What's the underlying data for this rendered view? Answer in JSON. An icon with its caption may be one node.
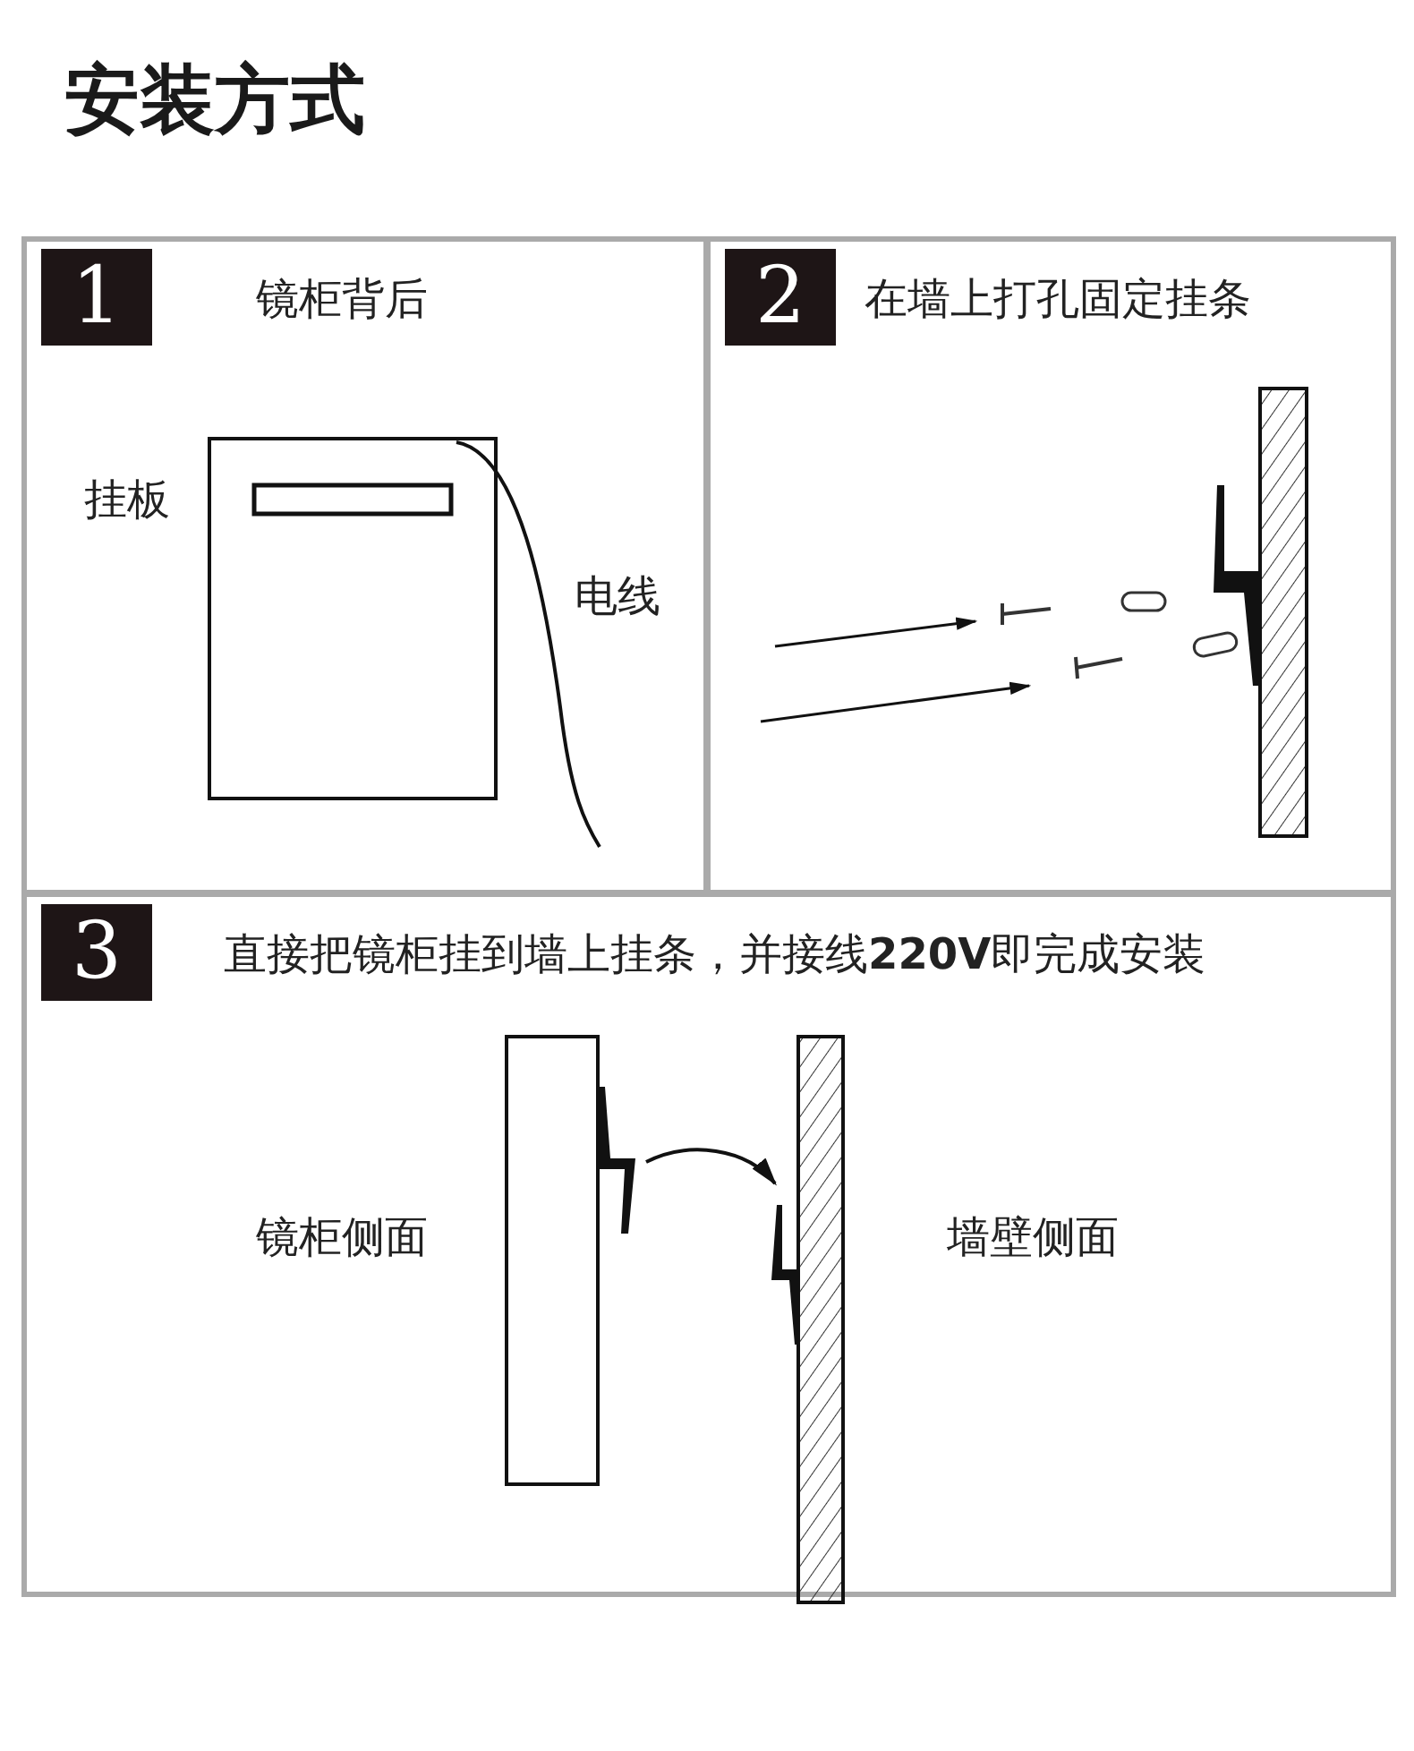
{
  "diagram": {
    "title": "安装方式",
    "nodes": [
      {
        "text": [
          "1",
          "镜柜背后"
        ]
      },
      {
        "text": [
          "2",
          "在墙上打孔固定挂条"
        ]
      },
      {
        "text": [
          "3",
          "直接把镜柜挂到墙上挂条，并接线**220V**即完成安装"
        ]
      }
    ],
    "edges": [],
    "labels": [
      "挂板",
      "电线",
      "镜柜侧面",
      "墙壁侧面"
    ]
  }
}
